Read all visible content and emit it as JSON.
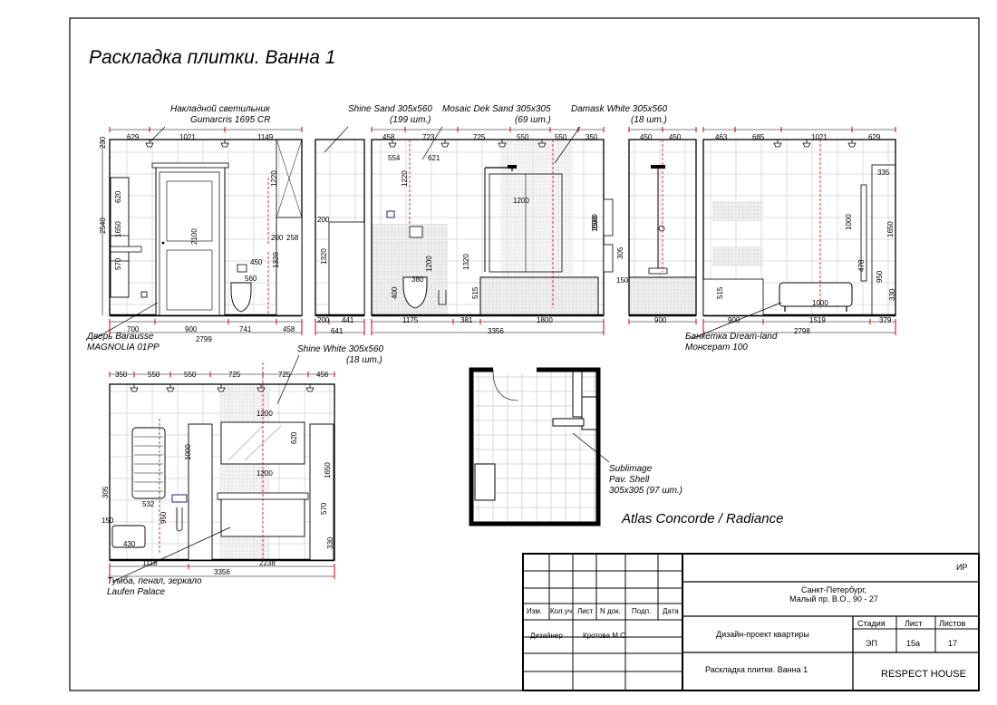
{
  "sheet_title": "Раскладка плитки. Ванна 1",
  "callouts": {
    "light": [
      "Накладной светильник",
      "Gumarcris 1695 CR"
    ],
    "shine_sand": [
      "Shine Sand 305x560",
      "(199 шт.)"
    ],
    "mosaic": [
      "Mosaic Dek Sand 305x305",
      "(69 шт.)"
    ],
    "damask": [
      "Damask White 305x560",
      "(18 шт.)"
    ],
    "door": [
      "Дверь Barausse",
      "MAGNOLIA 01PP"
    ],
    "shine_white": [
      "Shine White 305x560",
      "(18 шт.)"
    ],
    "bench": [
      "Банкетка Dream-land",
      "Монсерат 100"
    ],
    "floor": [
      "Sublimage",
      "Pav. Shell",
      "305x305 (97 шт.)"
    ],
    "vanity": [
      "Тумба, пенал, зеркало",
      "Laufen Palace"
    ]
  },
  "brand_line": "Atlas Concorde  / Radiance",
  "dims": {
    "e1_top": [
      "629",
      "1021",
      "1149"
    ],
    "e1_bottom": [
      "700",
      "900",
      "741",
      "458",
      "2799"
    ],
    "e1_left": [
      "230",
      "2540",
      "620",
      "1650",
      "570"
    ],
    "e1_inner": [
      "2100",
      "1220",
      "450",
      "560",
      "1320",
      "200",
      "258"
    ],
    "e2_bottom": [
      "200",
      "441",
      "641"
    ],
    "e2_left": [
      "200",
      "1320"
    ],
    "e3_top": [
      "458",
      "723",
      "725",
      "550",
      "550",
      "350",
      "554",
      "621"
    ],
    "e3_bottom": [
      "1175",
      "381",
      "1800",
      "3356"
    ],
    "e3_inner": [
      "1220",
      "1500",
      "400",
      "380",
      "1200",
      "1320",
      "515",
      "1200",
      "1500",
      "305",
      "150"
    ],
    "e4_top": [
      "450",
      "450"
    ],
    "e4_bottom": [
      "900"
    ],
    "e5_top": [
      "463",
      "685",
      "1021",
      "629",
      "335"
    ],
    "e5_bottom": [
      "900",
      "1519",
      "379",
      "2798"
    ],
    "e5_inner": [
      "1000",
      "1650",
      "515",
      "1000",
      "478",
      "950",
      "330"
    ],
    "e6_top": [
      "350",
      "550",
      "550",
      "725",
      "725",
      "456"
    ],
    "e6_bottom": [
      "1118",
      "2238",
      "3356"
    ],
    "e6_inner": [
      "1200",
      "1200",
      "620",
      "1000",
      "532",
      "950",
      "430",
      "570",
      "1650",
      "330",
      "305",
      "150"
    ]
  },
  "title_block": {
    "code": "ИР",
    "cols": [
      "Изм.",
      "Кол.уч.",
      "Лист",
      "N док.",
      "Подп.",
      "Дата"
    ],
    "designer_label": "Дизайнер",
    "designer_name": "Кротова М.С.",
    "address": [
      "Санкт-Петербург,",
      "Малый пр. В.О., 90 - 27"
    ],
    "project": "Дизайн-проект квартиры",
    "sheet_name": "Раскладка плитки. Ванна 1",
    "stage_head": "Стадия",
    "sheet_head": "Лист",
    "sheets_head": "Листов",
    "stage": "ЭП",
    "sheet_no": "15а",
    "sheets_total": "17",
    "company": "RESPECT HOUSE"
  }
}
